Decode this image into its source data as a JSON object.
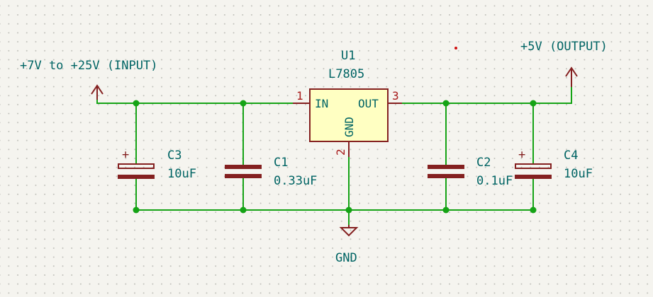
{
  "schematic": {
    "input_label": "+7V to +25V (INPUT)",
    "output_label": "+5V (OUTPUT)",
    "gnd_label": "GND",
    "regulator": {
      "ref": "U1",
      "value": "L7805",
      "pin_in_name": "IN",
      "pin_out_name": "OUT",
      "pin_gnd_name": "GND",
      "pin_in_num": "1",
      "pin_out_num": "3",
      "pin_gnd_num": "2"
    },
    "c3": {
      "ref": "C3",
      "value": "10uF",
      "polarity": "+"
    },
    "c1": {
      "ref": "C1",
      "value": "0.33uF"
    },
    "c2": {
      "ref": "C2",
      "value": "0.1uF"
    },
    "c4": {
      "ref": "C4",
      "value": "10uF",
      "polarity": "+"
    }
  },
  "colors": {
    "background": "#f5f4ef",
    "wire": "#15a315",
    "component_outline": "#842020",
    "component_fill": "#ffffc2",
    "text": "#006464",
    "pin_number": "#a81a1a"
  }
}
